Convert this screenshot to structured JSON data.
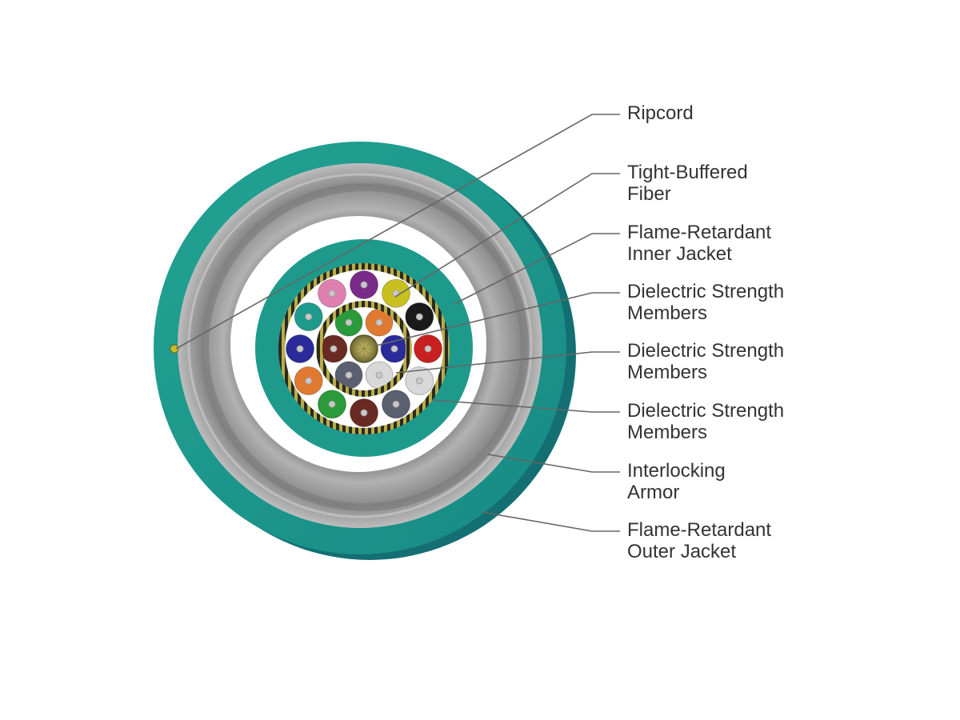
{
  "diagram": {
    "labels": [
      {
        "lines": [
          "Ripcord"
        ]
      },
      {
        "lines": [
          "Tight-Buffered",
          "Fiber"
        ]
      },
      {
        "lines": [
          "Flame-Retardant",
          "Inner Jacket"
        ]
      },
      {
        "lines": [
          "Dielectric Strength",
          "Members"
        ]
      },
      {
        "lines": [
          "Dielectric Strength",
          "Members"
        ]
      },
      {
        "lines": [
          "Dielectric Strength",
          "Members"
        ]
      },
      {
        "lines": [
          "Interlocking",
          "Armor"
        ]
      },
      {
        "lines": [
          "Flame-Retardant",
          "Outer Jacket"
        ]
      }
    ]
  },
  "colors": {
    "outer_jacket": "#1e9a8c",
    "outer_jacket_shadow": "#157a78",
    "armor": "#9a9a9a",
    "inner_jacket": "#1e9a8c",
    "strength_yarn": "#8a8440",
    "leader_line": "#666666",
    "label_text": "#333333"
  },
  "fibers": {
    "outer_ring_colors": [
      "#7a2a8a",
      "#c8c020",
      "#1a1a1a",
      "#c82020",
      "#d8d8d8",
      "#5a6070",
      "#6a2a24",
      "#2a9a3a",
      "#e07a30",
      "#2a2a9a",
      "#1e9a8c",
      "#e080b0"
    ],
    "inner_ring_colors": [
      "#e07a30",
      "#2a2a9a",
      "#d8d8d8",
      "#5a6070",
      "#6a2a24",
      "#2a9a3a"
    ]
  }
}
